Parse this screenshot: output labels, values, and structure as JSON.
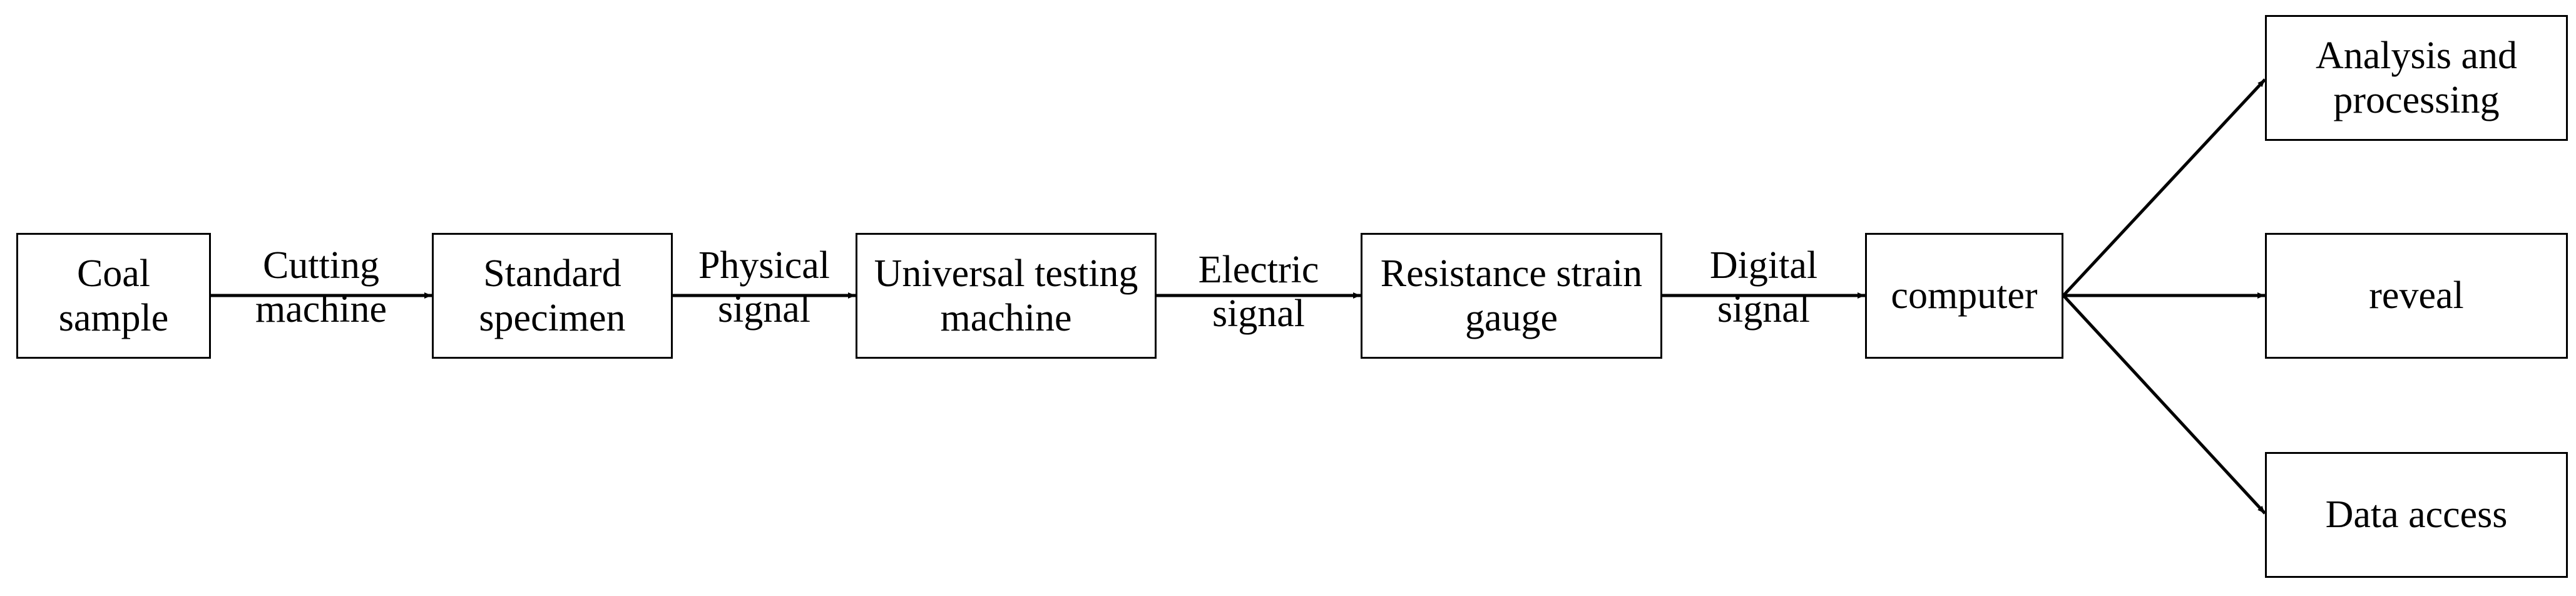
{
  "nodes": {
    "coal_sample": [
      "Coal",
      "sample"
    ],
    "standard_specimen": [
      "Standard",
      "specimen"
    ],
    "universal_testing_machine": [
      "Universal testing",
      "machine"
    ],
    "resistance_strain_gauge": [
      "Resistance strain",
      "gauge"
    ],
    "computer": [
      "computer"
    ],
    "analysis_processing": [
      "Analysis and",
      "processing"
    ],
    "reveal": [
      "reveal"
    ],
    "data_access": [
      "Data access"
    ]
  },
  "edge_labels": {
    "cutting_machine": [
      "Cutting",
      "machine"
    ],
    "physical_signal": [
      "Physical",
      "signal"
    ],
    "electric_signal": [
      "Electric",
      "signal"
    ],
    "digital_signal": [
      "Digital",
      "signal"
    ]
  }
}
